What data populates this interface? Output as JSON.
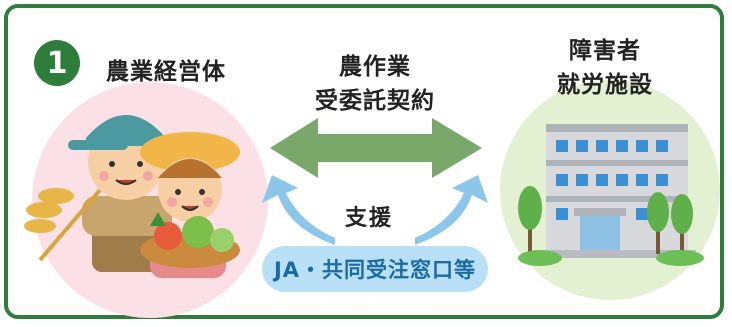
{
  "badge": {
    "number": "1"
  },
  "farm": {
    "title": "農業経営体"
  },
  "contract": {
    "line1": "農作業",
    "line2": "受委託契約"
  },
  "facility": {
    "line1": "障害者",
    "line2": "就労施設"
  },
  "support": {
    "label": "支援"
  },
  "ja": {
    "label": "JA・共同受注窓口等"
  },
  "colors": {
    "frame": "#2f7d3a",
    "arrow": "#7aa86a",
    "support_arrow": "#8cc6ea",
    "pill": "#b9e0f6",
    "pill_text": "#1a6aa6"
  }
}
